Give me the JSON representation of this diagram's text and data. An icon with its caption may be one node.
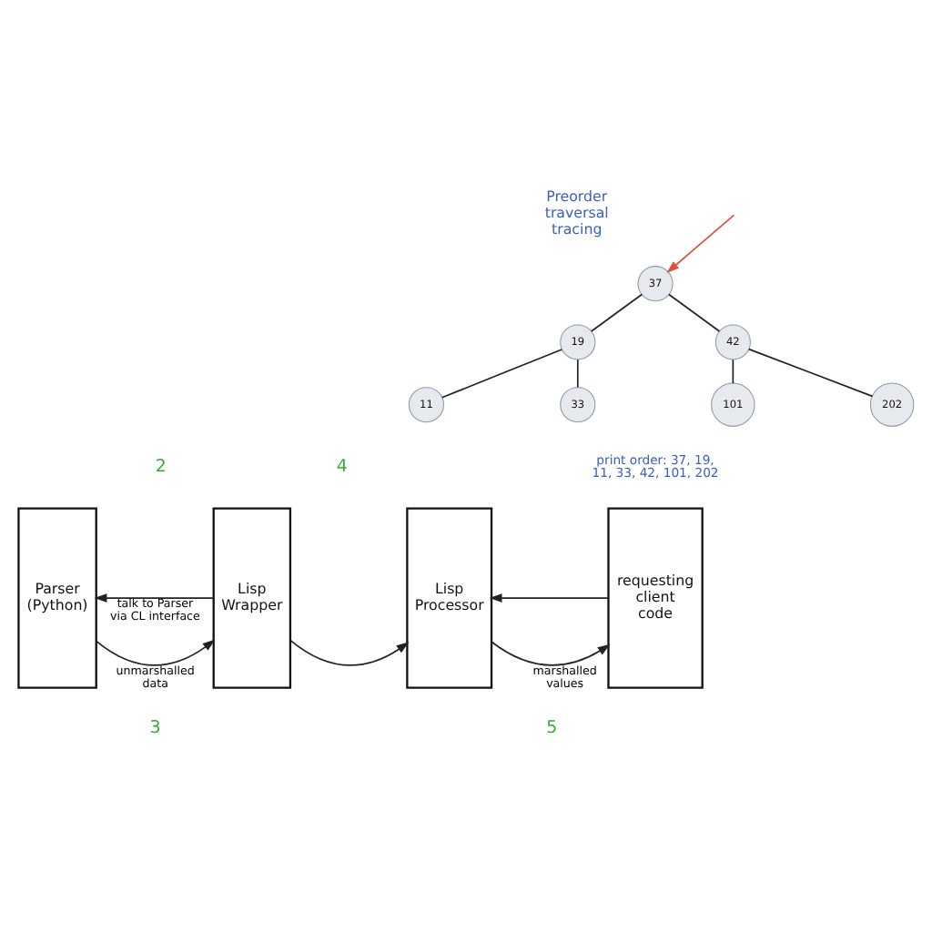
{
  "diagram": {
    "nodes": [
      {
        "text": [
          "Parser (Python)"
        ]
      },
      {
        "text": [
          "Lisp Wrapper"
        ]
      },
      {
        "text": [
          "Lisp Processor"
        ]
      },
      {
        "text": [
          "requesting client code"
        ]
      },
      {
        "text": [
          "37"
        ]
      },
      {
        "text": [
          "19"
        ]
      },
      {
        "text": [
          "42"
        ]
      },
      {
        "text": [
          "11"
        ]
      },
      {
        "text": [
          "33"
        ]
      },
      {
        "text": [
          "101"
        ]
      },
      {
        "text": [
          "202"
        ]
      }
    ],
    "edges": [
      {
        "from": 0,
        "to": 1,
        "arrow": "to",
        "label": "unmarshalled data"
      },
      {
        "from": 1,
        "to": 0,
        "arrow": "to",
        "label": "talk to Parser via CL interface"
      },
      {
        "from": 1,
        "to": 2,
        "arrow": "to"
      },
      {
        "from": 2,
        "to": 3,
        "arrow": "to",
        "label": "marshalled values"
      },
      {
        "from": 3,
        "to": 2,
        "arrow": "to"
      },
      {
        "from": 4,
        "to": 5,
        "arrow": "none"
      },
      {
        "from": 4,
        "to": 6,
        "arrow": "none"
      },
      {
        "from": 5,
        "to": 7,
        "arrow": "none"
      },
      {
        "from": 5,
        "to": 8,
        "arrow": "none"
      },
      {
        "from": 6,
        "to": 9,
        "arrow": "none"
      },
      {
        "from": 6,
        "to": 10,
        "arrow": "none"
      },
      {
        "from": null,
        "to": 4,
        "arrow": "to",
        "color": "#e0503c"
      }
    ],
    "labels": [
      "2",
      "4",
      "3",
      "5",
      "Preorder traversal tracing",
      "print order: 37, 19, 11, 33, 42, 101, 202"
    ]
  }
}
